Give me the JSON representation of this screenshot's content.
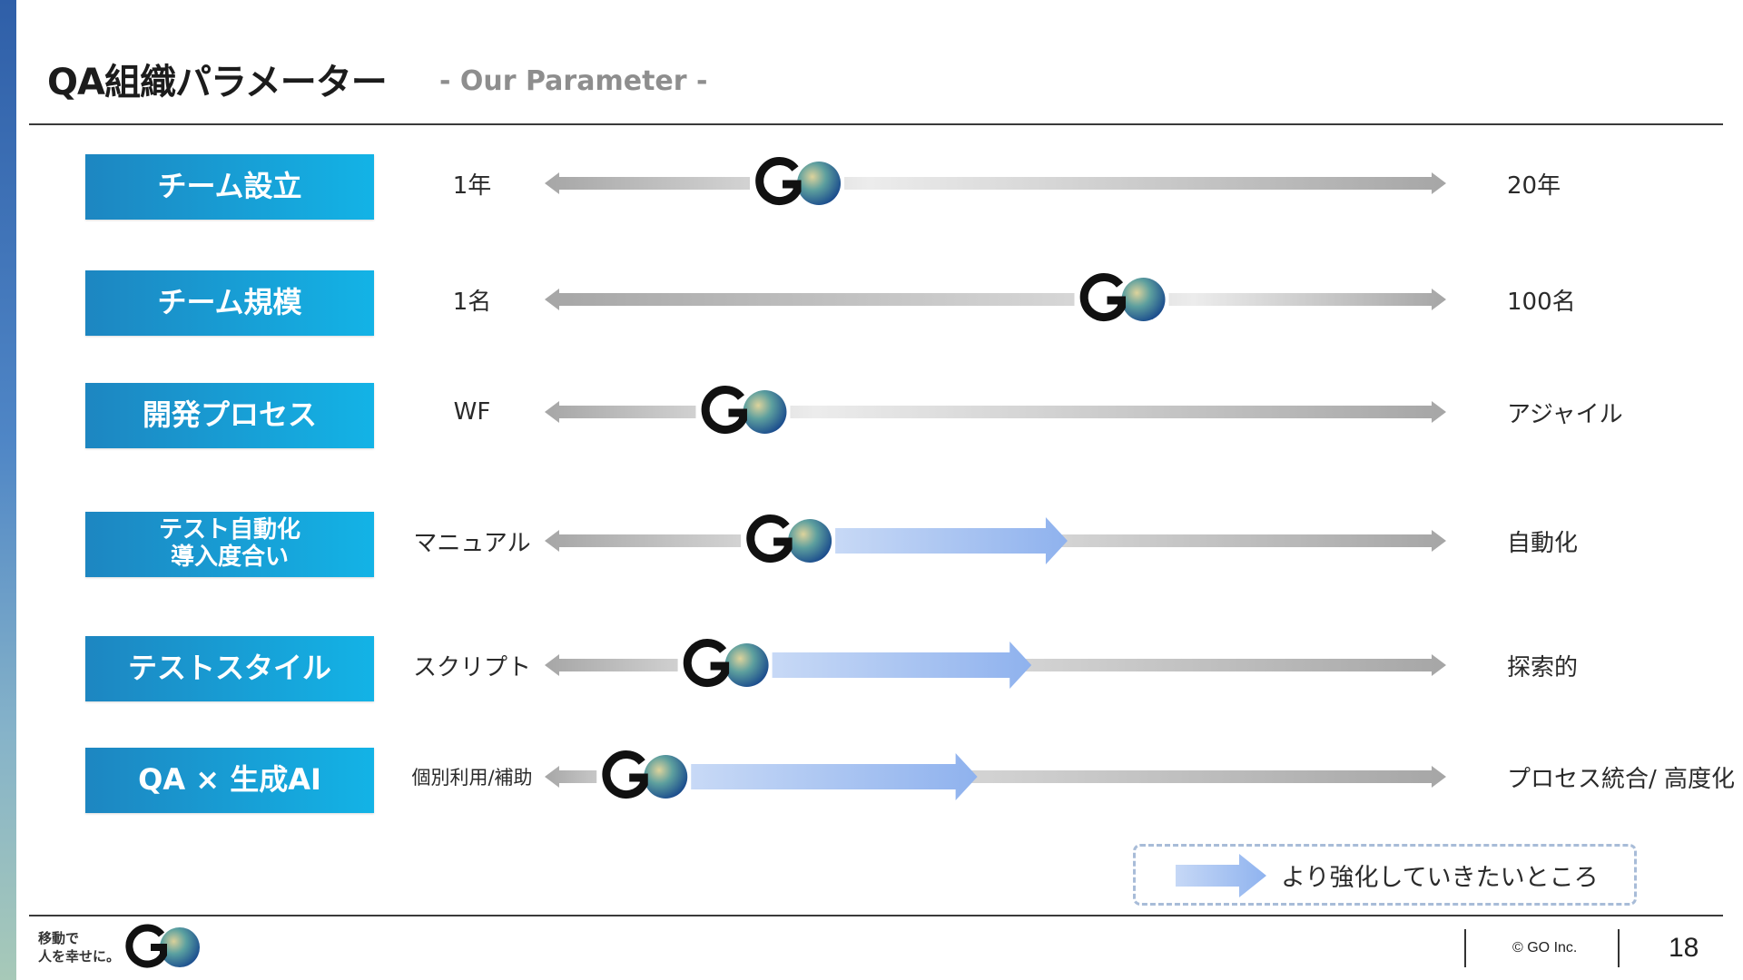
{
  "title": "QA組織パラメーター",
  "subtitle": "- Our Parameter -",
  "logo_text": "GO",
  "parameters": [
    {
      "label": "チーム設立",
      "left_value": "1年",
      "right_value": "20年",
      "marker": 0.28,
      "target": null
    },
    {
      "label": "チーム規模",
      "left_value": "1名",
      "right_value": "100名",
      "marker": 0.64,
      "target": null
    },
    {
      "label": "開発プロセス",
      "left_value": "WF",
      "right_value": "アジャイル",
      "marker": 0.22,
      "target": null
    },
    {
      "label": "テスト自動化\n導入度合い",
      "left_value": "マニュアル",
      "right_value": "自動化",
      "marker": 0.27,
      "target": 0.58
    },
    {
      "label": "テストスタイル",
      "left_value": "スクリプト",
      "right_value": "探索的",
      "marker": 0.2,
      "target": 0.54
    },
    {
      "label": "QA × 生成AI",
      "left_value": "個別利用/補助",
      "right_value": "プロセス統合/ 高度化",
      "marker": 0.11,
      "target": 0.48
    }
  ],
  "legend": {
    "text": "より強化していきたいところ"
  },
  "footer": {
    "tagline_line1": "移動で",
    "tagline_line2": "人を幸せに。",
    "copyright": "© GO Inc.",
    "page_number": "18"
  },
  "colors": {
    "label_gradient_start": "#1d86c1",
    "label_gradient_end": "#13b3e6",
    "track_gray": "#a9a9a9",
    "arrow_blue": "#9bbcf0"
  }
}
